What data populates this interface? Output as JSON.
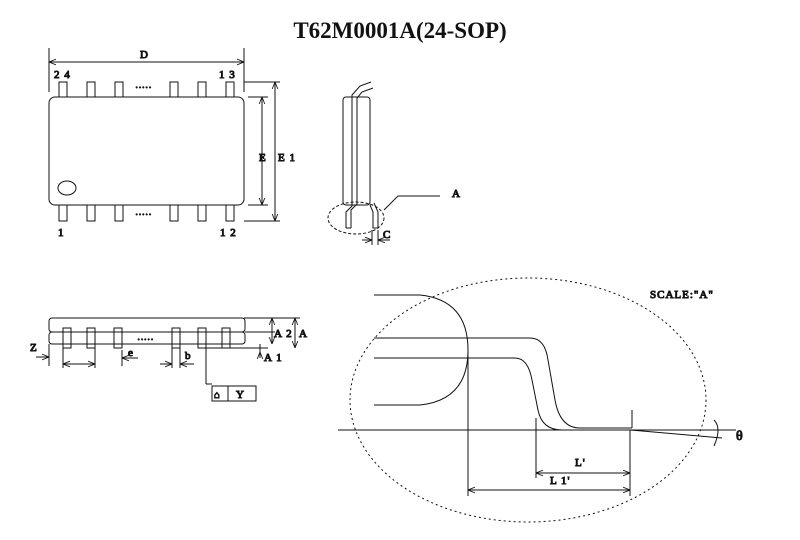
{
  "title": "T62M0001A(24-SOP)",
  "top_view": {
    "dim_length": "D",
    "dim_width_e": "E",
    "dim_width_e1": "E 1",
    "pin_top_left": "2 4",
    "pin_top_right": "1 3",
    "pin_bottom_left": "1",
    "pin_bottom_right": "1 2",
    "ellipsis": "·····"
  },
  "side_view": {
    "detail_callout": "A",
    "lead_thickness": "C"
  },
  "front_view": {
    "overall_height": "A",
    "body_height": "A 2",
    "standoff": "A 1",
    "z_dim": "Z",
    "pitch": "e",
    "lead_width": "b",
    "flatness_symbol": "⌂",
    "flatness_ref": "Y",
    "ellipsis": "·····"
  },
  "detail_view": {
    "scale_label": "SCALE:\"A\"",
    "foot_length": "L'",
    "lead_length": "L 1'",
    "angle": "θ"
  }
}
